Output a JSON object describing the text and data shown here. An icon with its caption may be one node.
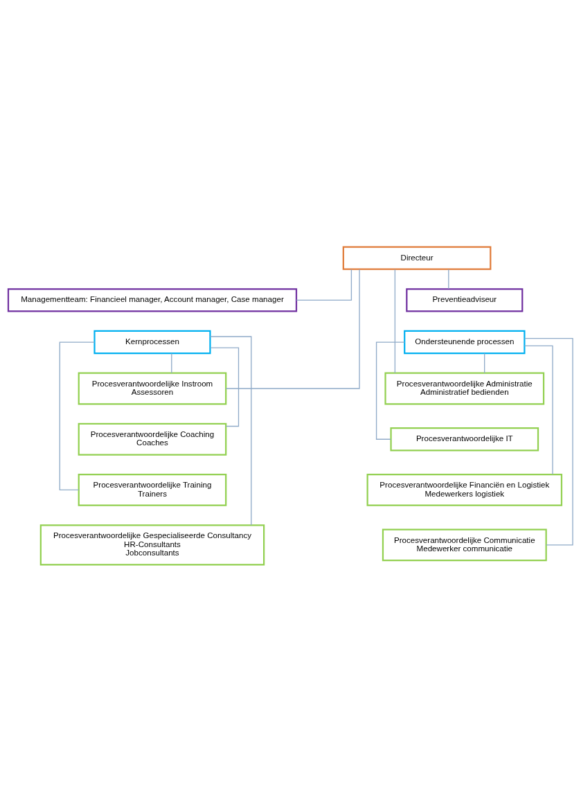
{
  "diagram": {
    "nodes": [
      {
        "text": [
          "Directeur"
        ]
      },
      {
        "text": [
          "Managementteam: Financieel manager, Account manager, Case manager"
        ]
      },
      {
        "text": [
          "Preventieadviseur"
        ]
      },
      {
        "text": [
          "Kernprocessen"
        ]
      },
      {
        "text": [
          "Ondersteunende processen"
        ]
      },
      {
        "text": [
          "Procesverantwoordelijke Instroom",
          "Assessoren"
        ]
      },
      {
        "text": [
          "Procesverantwoordelijke Administratie",
          "Administratief bedienden"
        ]
      },
      {
        "text": [
          "Procesverantwoordelijke Coaching",
          "Coaches"
        ]
      },
      {
        "text": [
          "Procesverantwoordelijke IT"
        ]
      },
      {
        "text": [
          "Procesverantwoordelijke Training",
          "Trainers"
        ]
      },
      {
        "text": [
          "Procesverantwoordelijke Financiën en Logistiek",
          "Medewerkers logistiek"
        ]
      },
      {
        "text": [
          "Procesverantwoordelijke Gespecialiseerde Consultancy",
          "HR-Consultants",
          "Jobconsultants"
        ]
      },
      {
        "text": [
          "Procesverantwoordelijke Communicatie",
          "Medewerker communicatie"
        ]
      }
    ],
    "edges": [
      {
        "from": 0,
        "to": 1,
        "arrow": "none"
      },
      {
        "from": 0,
        "to": 2,
        "arrow": "none"
      },
      {
        "from": 0,
        "to": 5,
        "arrow": "none"
      },
      {
        "from": 0,
        "to": 6,
        "arrow": "none"
      },
      {
        "from": 3,
        "to": 5,
        "arrow": "none"
      },
      {
        "from": 3,
        "to": 7,
        "arrow": "none"
      },
      {
        "from": 3,
        "to": 9,
        "arrow": "none"
      },
      {
        "from": 3,
        "to": 11,
        "arrow": "none"
      },
      {
        "from": 4,
        "to": 6,
        "arrow": "none"
      },
      {
        "from": 4,
        "to": 8,
        "arrow": "none"
      },
      {
        "from": 4,
        "to": 10,
        "arrow": "none"
      },
      {
        "from": 4,
        "to": 12,
        "arrow": "none"
      }
    ]
  }
}
